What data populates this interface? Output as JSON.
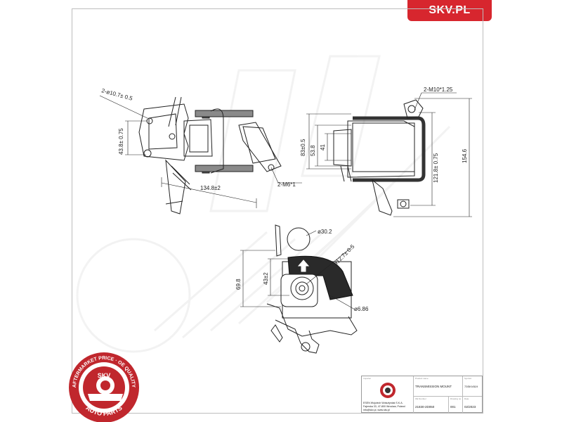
{
  "brand": {
    "label": "SKV.PL",
    "color": "#d7262e"
  },
  "dimensions": {
    "d1": "2-ø10.7± 0.5",
    "d2": "43.8± 0.75",
    "d3": "134.8±2",
    "d4": "2-M6*1",
    "d5": "2-M10*1.25",
    "d6": "83±0.5",
    "d7": "53.8",
    "d8": "41",
    "d9": "121.8± 0.75",
    "d10": "154.6",
    "d11": "ø30.2",
    "d12": "ø12.7± 0.5",
    "d13": "69.8",
    "d14": "43±2",
    "d15": "ø6.86"
  },
  "badge": {
    "ring_text": "AFTERMARKET PRICE · OE QUALITY",
    "center_text": "SKV",
    "bottom_text": "AUTO PARTS",
    "color": "#c0272d"
  },
  "title_block": {
    "importer_label": "Importer",
    "importer_lines": [
      "ESEN Wojciech Wolsztyniak S.K.A.",
      "Fajerska 33, 47-800 Wroclaw, Poland",
      "info@skv.pl, www.skv.pl"
    ],
    "product_label": "Product name",
    "product_value": "TRANSMISSION MOUNT",
    "symbol_label": "Symbol",
    "symbol_value": "73SKV819",
    "oe_label": "OE Number",
    "oe_value": "21830-2D050",
    "version_label": "Drawing no.",
    "version_value": "001",
    "date_label": "Date",
    "date_value": "02/2023"
  }
}
